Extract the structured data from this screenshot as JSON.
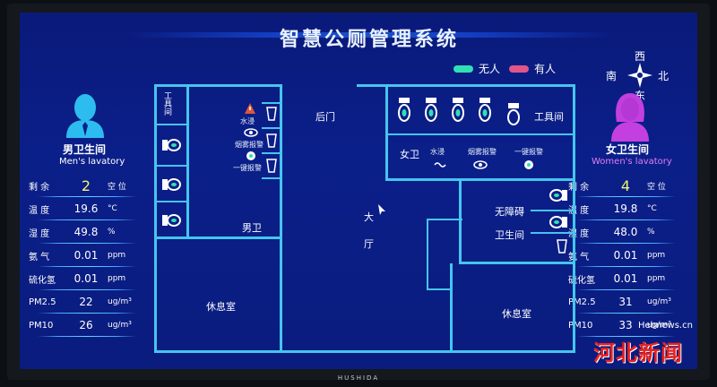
{
  "title": "智慧公厕管理系统",
  "legend": {
    "vacant": "无人",
    "occupied": "有人",
    "vacant_color": "#2fe0b5",
    "occupied_color": "#e0568a"
  },
  "compass": {
    "north": "北",
    "south": "南",
    "east": "东",
    "west": "西"
  },
  "men": {
    "title": "男卫生间",
    "subtitle": "Men's lavatory",
    "rows": [
      {
        "label": "剩 余",
        "value": "2",
        "unit": "空 位"
      },
      {
        "label": "温 度",
        "value": "19.6",
        "unit": "°C"
      },
      {
        "label": "湿 度",
        "value": "49.8",
        "unit": "%"
      },
      {
        "label": "氨 气",
        "value": "0.01",
        "unit": "ppm"
      },
      {
        "label": "硫化氢",
        "value": "0.01",
        "unit": "ppm"
      },
      {
        "label": "PM2.5",
        "value": "22",
        "unit": "ug/m³"
      },
      {
        "label": "PM10",
        "value": "26",
        "unit": "ug/m³"
      }
    ]
  },
  "women": {
    "title": "女卫生间",
    "subtitle": "Women's lavatory",
    "rows": [
      {
        "label": "剩 余",
        "value": "4",
        "unit": "空 位"
      },
      {
        "label": "温 度",
        "value": "19.8",
        "unit": "°C"
      },
      {
        "label": "湿 度",
        "value": "48.0",
        "unit": "%"
      },
      {
        "label": "氨 气",
        "value": "0.01",
        "unit": "ppm"
      },
      {
        "label": "硫化氢",
        "value": "0.01",
        "unit": "ppm"
      },
      {
        "label": "PM2.5",
        "value": "31",
        "unit": "ug/m³"
      },
      {
        "label": "PM10",
        "value": "33",
        "unit": "ug/m³"
      }
    ]
  },
  "rooms": {
    "tool_left": "工具间",
    "back_door": "后门",
    "water_left": "水浸",
    "smoke_left": "烟雾报警",
    "alarm_left": "一键报警",
    "men_room": "男卫",
    "lobby_1": "大",
    "lobby_2": "厅",
    "lounge_left": "休息室",
    "women_room": "女卫",
    "water_right": "水浸",
    "smoke_right": "烟雾报警",
    "alarm_right": "一键报警",
    "tool_right": "工具间",
    "accessible_1": "无障碍",
    "accessible_2": "卫生间",
    "lounge_right": "休息室"
  },
  "watermark": {
    "site": "Hebnews.cn",
    "logo": "河北新闻网"
  },
  "bezel_brand": "HUSHIDA"
}
